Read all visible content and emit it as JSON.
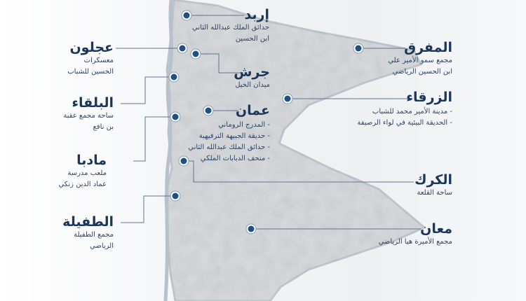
{
  "colors": {
    "accent": "#1b3659",
    "marker": "#1f4f85",
    "line": "#5e7593",
    "land": "#d7d9dc"
  },
  "governorates": [
    {
      "name": "إربد",
      "sites": [
        "حدائق الملك عبدالله الثاني",
        "ابن الحسين"
      ]
    },
    {
      "name": "عجلون",
      "sites": [
        "معسكرات",
        "الحسين للشباب"
      ]
    },
    {
      "name": "جرش",
      "sites": [
        "ميدان الخيل"
      ]
    },
    {
      "name": "المفرق",
      "sites": [
        "مجمع سمو الأمير علي",
        "ابن الحسين الرياضي"
      ]
    },
    {
      "name": "البلقاء",
      "sites": [
        "ساحة مجمع عقبة",
        "بن نافع"
      ]
    },
    {
      "name": "الزرقاء",
      "sites": [
        "مدينة الأمير محمد للشباب",
        "الحديقة البيئية في لواء الرصيفة"
      ]
    },
    {
      "name": "عمان",
      "sites": [
        "المدرج الروماني",
        "حديقة الجبيهة الترفيهية",
        "حدائق الملك عبدالله الثاني",
        "متحف الدبابات الملكي"
      ]
    },
    {
      "name": "مادبا",
      "sites": [
        "ملعب مدرسة",
        "عماد الدين زنكي"
      ]
    },
    {
      "name": "الكرك",
      "sites": [
        "ساحة القلعة"
      ]
    },
    {
      "name": "الطفيلة",
      "sites": [
        "مجمع الطفيلة",
        "الرياضي"
      ]
    },
    {
      "name": "معان",
      "sites": [
        "مجمع الأميرة هيا الرياضي"
      ]
    }
  ]
}
